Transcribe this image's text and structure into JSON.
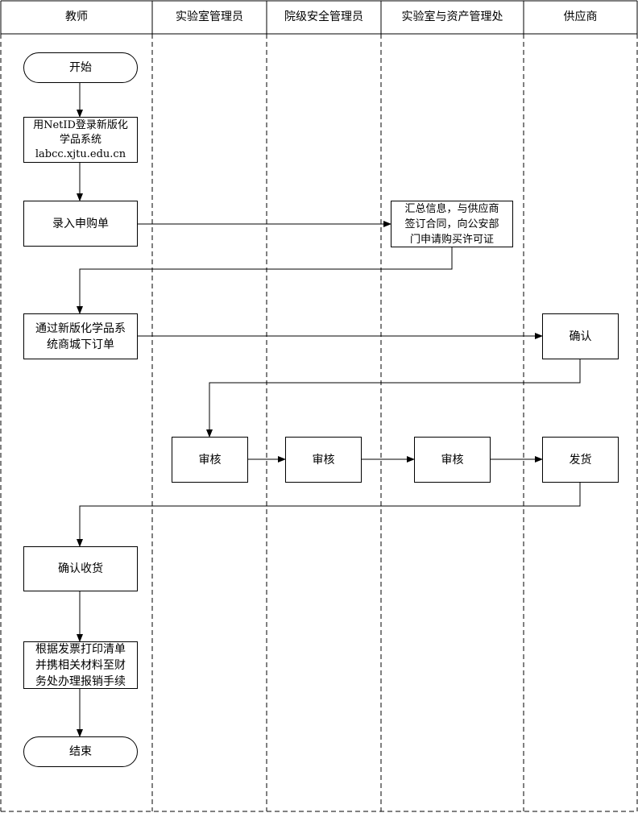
{
  "lanes": [
    "教师",
    "实验室管理员",
    "院级安全管理员",
    "实验室与资产管理处",
    "供应商"
  ],
  "nodes": {
    "start": "开始",
    "login": "用NetID登录新版化\n学品系统\nlabcc.xjtu.edu.cn",
    "request": "录入申购单",
    "summary": "汇总信息，与供应商\n签订合同，向公安部\n门申请购买许可证",
    "order": "通过新版化学品系\n统商城下订单",
    "confirm": "确认",
    "review1": "审核",
    "review2": "审核",
    "review3": "审核",
    "ship": "发货",
    "receive": "确认收货",
    "reimburse": "根据发票打印清单\n并携相关材料至财\n务处办理报销手续",
    "end": "结束"
  }
}
